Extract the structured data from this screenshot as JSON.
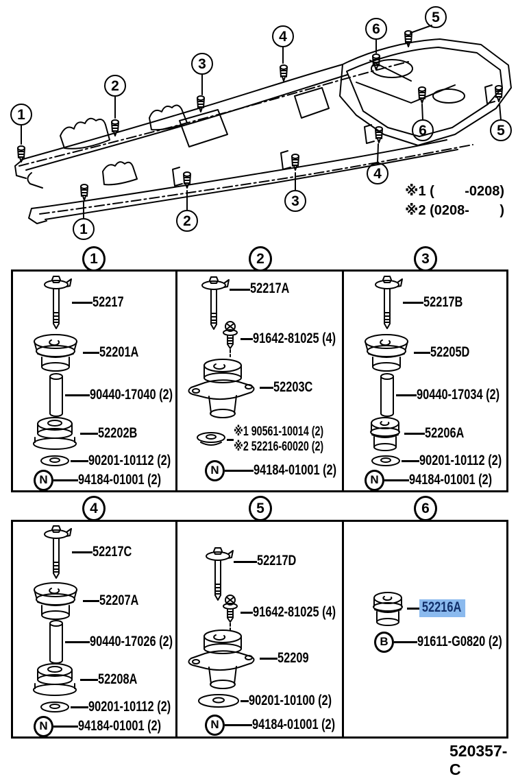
{
  "doc": {
    "number": "520357-C"
  },
  "colors": {
    "highlight_bg": "#8BBAEE",
    "highlight_text": "#12306B",
    "line": "#000000"
  },
  "diagram": {
    "callouts": [
      "1",
      "2",
      "3",
      "4",
      "5",
      "6"
    ],
    "notes": [
      "※1 (        -0208)",
      "※2 (0208-        )"
    ]
  },
  "panels": [
    {
      "label": "1",
      "items": [
        {
          "part": "52217"
        },
        {
          "part": "52201A"
        },
        {
          "part": "90440-17040 (2)"
        },
        {
          "part": "52202B"
        },
        {
          "part": "90201-10112 (2)"
        },
        {
          "prefix": "N",
          "part": "94184-01001 (2)"
        }
      ]
    },
    {
      "label": "2",
      "items": [
        {
          "part": "52217A"
        },
        {
          "part": "91642-81025 (4)"
        },
        {
          "part": "52203C"
        },
        {
          "mark1": "※1",
          "part1": "90561-10014 (2)",
          "mark2": "※2",
          "part2": "52216-60020 (2)"
        },
        {
          "prefix": "N",
          "part": "94184-01001 (2)"
        }
      ]
    },
    {
      "label": "3",
      "items": [
        {
          "part": "52217B"
        },
        {
          "part": "52205D"
        },
        {
          "part": "90440-17034 (2)"
        },
        {
          "part": "52206A"
        },
        {
          "part": "90201-10112 (2)"
        },
        {
          "prefix": "N",
          "part": "94184-01001 (2)"
        }
      ]
    },
    {
      "label": "4",
      "items": [
        {
          "part": "52217C"
        },
        {
          "part": "52207A"
        },
        {
          "part": "90440-17026 (2)"
        },
        {
          "part": "52208A"
        },
        {
          "part": "90201-10112 (2)"
        },
        {
          "prefix": "N",
          "part": "94184-01001 (2)"
        }
      ]
    },
    {
      "label": "5",
      "items": [
        {
          "part": "52217D"
        },
        {
          "part": "91642-81025 (4)"
        },
        {
          "part": "52209"
        },
        {
          "part": "90201-10100 (2)"
        },
        {
          "prefix": "N",
          "part": "94184-01001 (2)"
        }
      ]
    },
    {
      "label": "6",
      "items": [
        {
          "part": "52216A",
          "highlighted": true
        },
        {
          "prefix": "B",
          "part": "91611-G0820 (2)"
        }
      ]
    }
  ]
}
